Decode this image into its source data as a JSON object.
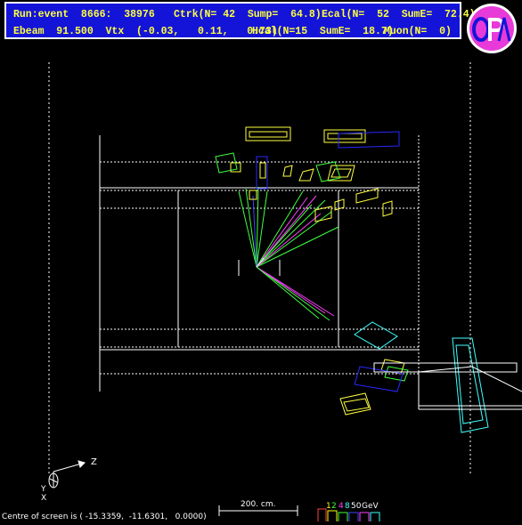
{
  "header": {
    "run_event": "Run:event  8666:  38976",
    "ctrk": "Ctrk(N= 42  Sump=  64.8)",
    "ecal": "Ecal(N=  52  SumE=  72.4)",
    "ebeam": "Ebeam  91.500  Vtx  (-0.03,   0.11,   0.73)",
    "hcal": "Hcal(N=15  SumE=  18.7)",
    "muon": "Muon(N=  0)"
  },
  "axes": {
    "z_label": "Z",
    "y_label": "Y",
    "x_label": "X"
  },
  "scale": {
    "label": "200. cm."
  },
  "footer": {
    "centre_text": "Centre of screen is ( -15.3359,  -11.6301,   0.0000)"
  },
  "energy_legend": {
    "values": [
      "1",
      "2",
      "4",
      "8",
      "50"
    ],
    "unit": "GeV",
    "colors": [
      "#ff4040",
      "#ffff00",
      "#40ff40",
      "#4040ff",
      "#ff40ff",
      "#40ffff"
    ]
  },
  "colors": {
    "header_bg": "#1414d8",
    "header_text": "#ffff40",
    "track_green": "#40ff40",
    "track_magenta": "#ff40ff",
    "ecal_yellow": "#ffff40",
    "hcal_blue": "#2828ff",
    "muon_cyan": "#40ffff"
  }
}
